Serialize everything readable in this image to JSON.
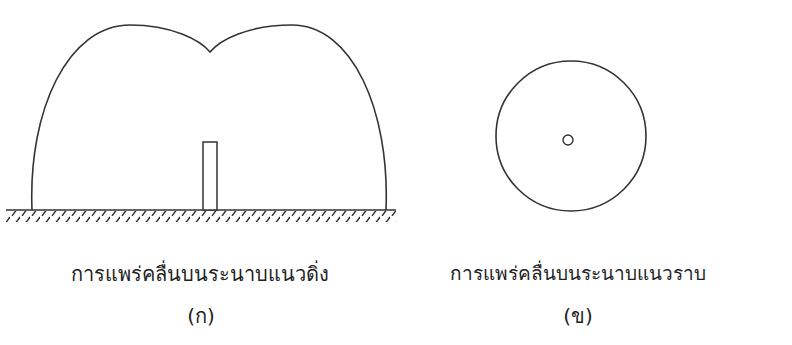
{
  "diagram": {
    "labels": [
      "การแพร่คลื่นบนระนาบแนวดิ่ง",
      "(ก)",
      "การแพร่คลื่นบนระนาบแนวราบ",
      "(ข)"
    ]
  }
}
